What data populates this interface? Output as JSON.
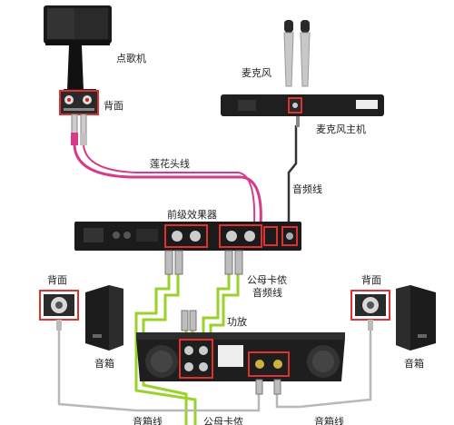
{
  "labels": {
    "karaoke": "点歌机",
    "back1": "背面",
    "microphone": "麦克风",
    "mic_host": "麦克风主机",
    "rca_cable": "莲花头线",
    "audio_cable": "音频线",
    "preamp": "前级效果器",
    "xlr_cable_line1": "公母卡侬",
    "xlr_cable_line2": "音频线",
    "back_left": "背面",
    "back_right": "背面",
    "amp": "功放",
    "speaker_left": "音箱",
    "speaker_right": "音箱",
    "bottom_left": "音箱线",
    "bottom_mid": "公母卡侬",
    "bottom_right": "音箱线"
  },
  "colors": {
    "rca_cable": "#d63a8a",
    "xlr_cable": "#9ad12a",
    "speaker_cable": "#b8b8b8",
    "highlight": "#e03030",
    "device": "#202020"
  }
}
